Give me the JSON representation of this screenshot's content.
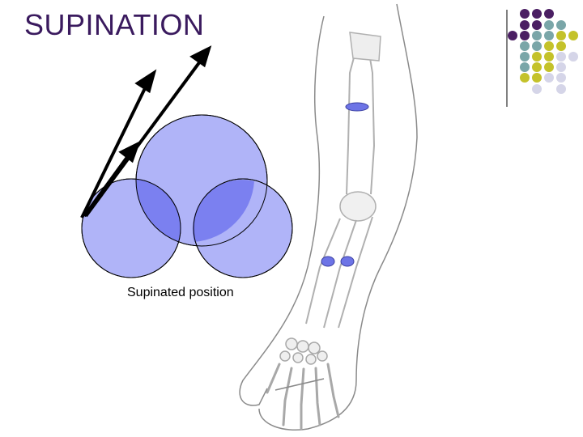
{
  "slide": {
    "title": "SUPINATION",
    "caption": "Supinated position"
  },
  "colors": {
    "title": "#3a1a5e",
    "circle_fill": "#b0b4f8",
    "circle_overlap": "#7b80f0",
    "marker": "#6d74e6",
    "dot_purple": "#4b1f63",
    "dot_teal": "#7aa6a8",
    "dot_olive": "#c4c22a",
    "dot_lavender": "#d5d5e8"
  },
  "icons": {
    "decor": "dot-grid-ornament"
  }
}
